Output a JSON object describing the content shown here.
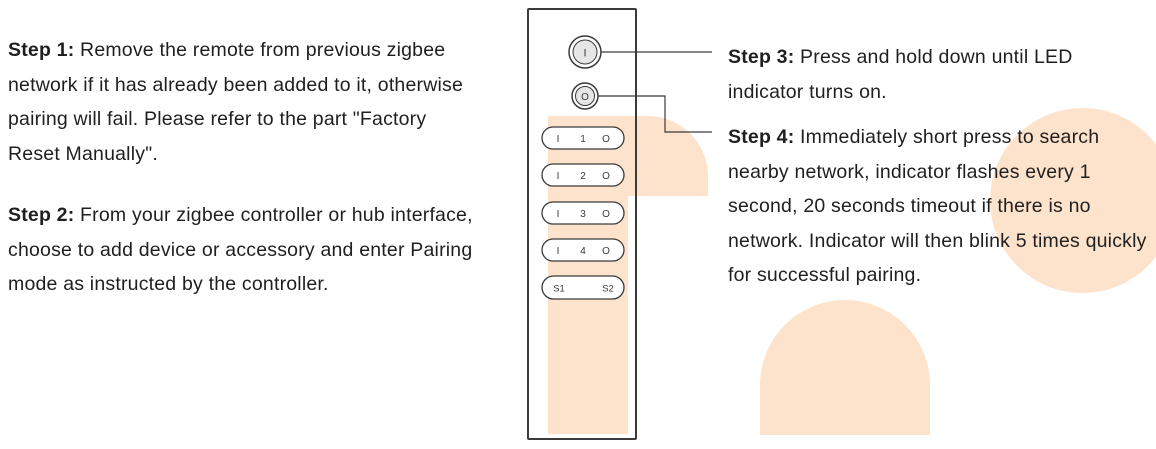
{
  "steps": {
    "step1": {
      "label": "Step 1:",
      "text": " Remove the remote from previous zigbee network if it has already been added to it, otherwise pairing will fail. Please refer to the part \"Factory Reset Manually\"."
    },
    "step2": {
      "label": "Step 2:",
      "text": " From your zigbee controller or hub interface, choose to add device or accessory and enter Pairing mode as instructed by the controller."
    },
    "step3": {
      "label": "Step 3:",
      "text": " Press and hold down until LED indicator turns on."
    },
    "step4": {
      "label": "Step 4:",
      "text": " Immediately short press to search nearby network, indicator flashes every 1 second, 20 seconds timeout if there is no network.  Indicator will then blink 5 times quickly for successful pairing."
    }
  },
  "remote": {
    "power_symbol": "I",
    "function_symbol": "O",
    "zones": [
      {
        "on": "I",
        "number": "1",
        "off": "O"
      },
      {
        "on": "I",
        "number": "2",
        "off": "O"
      },
      {
        "on": "I",
        "number": "3",
        "off": "O"
      },
      {
        "on": "I",
        "number": "4",
        "off": "O"
      }
    ],
    "scene_left": "S1",
    "scene_right": "S2"
  },
  "colors": {
    "watermark": "#fde3cc",
    "outline": "#3a3a3a",
    "text": "#1f1f1f"
  }
}
